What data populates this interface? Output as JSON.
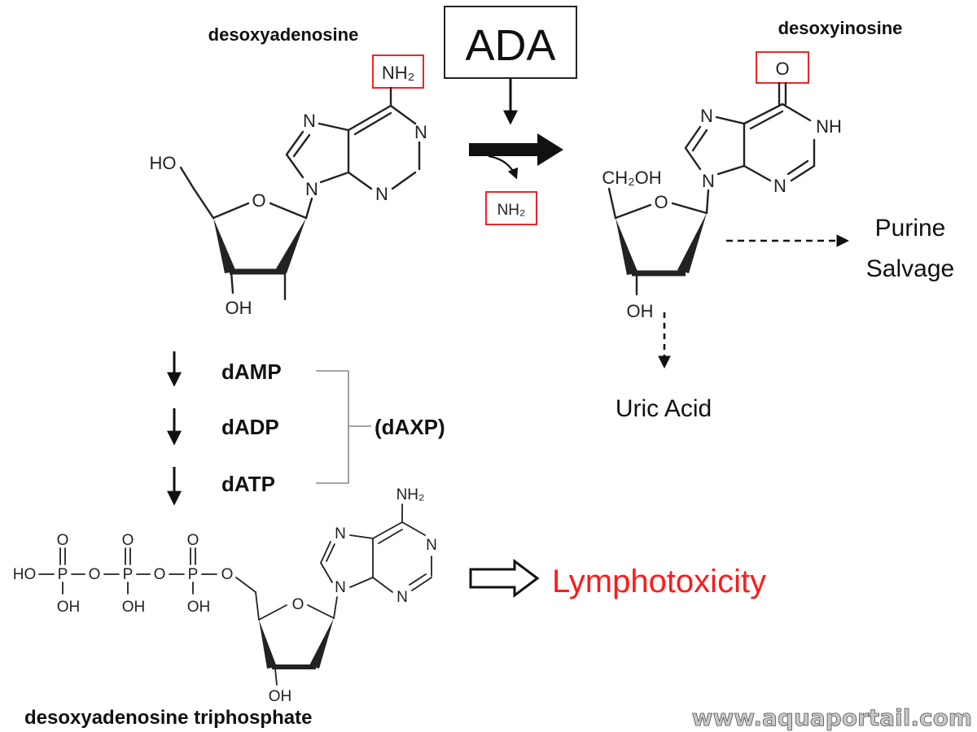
{
  "labels": {
    "desoxyadenosine": "desoxyadenosine",
    "desoxyinosine": "desoxyinosine",
    "enzyme": "ADA",
    "released_group": "NH₂",
    "purine_salvage_line1": "Purine",
    "purine_salvage_line2": "Salvage",
    "uric_acid": "Uric Acid",
    "damp": "dAMP",
    "dadp": "dADP",
    "datp": "dATP",
    "daxp": "(dAXP)",
    "lymphotoxicity": "Lymphotoxicity",
    "datp_full_name": "desoxyadenosine triphosphate",
    "watermark": "www.aquaportail.com"
  },
  "atoms": {
    "nh2": "NH₂",
    "n": "N",
    "nh": "NH",
    "o": "O",
    "oh": "OH",
    "ho": "HO",
    "ch2oh": "CH₂OH",
    "p": "P"
  },
  "colors": {
    "highlight_box": "#e8272b",
    "lymphotoxicity_text": "#ff1a1a",
    "text": "#111111"
  }
}
